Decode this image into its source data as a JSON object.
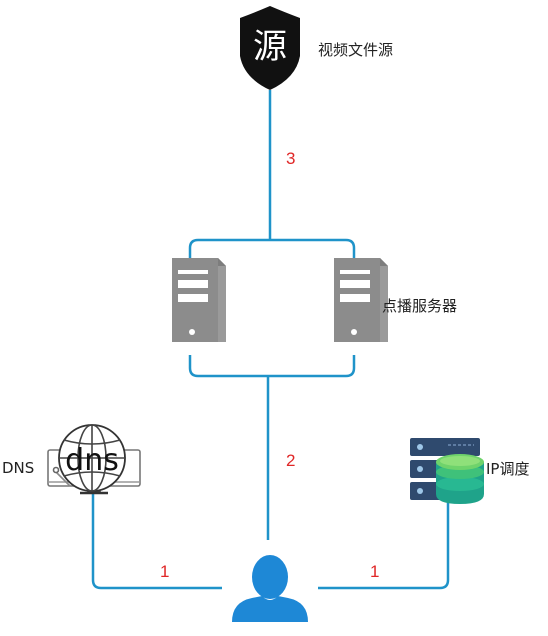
{
  "colors": {
    "line": "#1f93c9",
    "number": "#e02727",
    "server": "#8a8a8a",
    "user": "#1e88d6",
    "shield": "#111111",
    "text": "#222222"
  },
  "nodes": {
    "source": {
      "icon": "shield-icon",
      "glyph": "源",
      "label": "视频文件源"
    },
    "servers": {
      "icon": "server-tower-icon",
      "label": "点播服务器"
    },
    "dns": {
      "icon": "globe-monitor-icon",
      "glyph": "dns",
      "label": "DNS"
    },
    "scheduler": {
      "icon": "database-server-icon",
      "label": "IP调度"
    },
    "user": {
      "icon": "user-icon"
    }
  },
  "edges": {
    "source_to_servers": "3",
    "servers_to_user": "2",
    "dns_to_user": "1",
    "scheduler_to_user": "1"
  }
}
